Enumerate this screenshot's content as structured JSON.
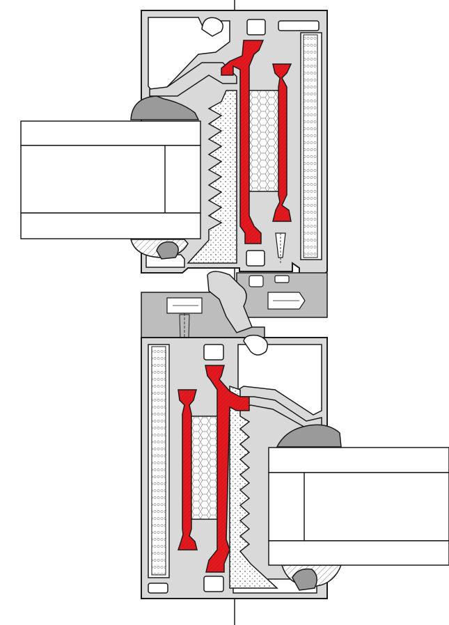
{
  "diagram": {
    "kind": "technical-section-drawing",
    "text_labels": [],
    "colors": {
      "background": "#ffffff",
      "outline": "#1a1a1a",
      "aluminium": "#d9d9d9",
      "aluminium_dark": "#bdbdbd",
      "gasket": "#9a9a9a",
      "thermal_break": "#e3191f",
      "insulation_fill": "#ffffff",
      "insulation_pattern": "#8a8a8a",
      "glass": "#ffffff"
    },
    "parts": [
      {
        "id": "upper-frame",
        "type": "aluminium-profile"
      },
      {
        "id": "upper-thermal-break-outer",
        "type": "polyamide-strip"
      },
      {
        "id": "upper-thermal-break-inner",
        "type": "polyamide-strip"
      },
      {
        "id": "upper-insulation-core",
        "type": "foam-insert"
      },
      {
        "id": "upper-insulation-side",
        "type": "foam-insert"
      },
      {
        "id": "upper-glazing-gasket",
        "type": "seal"
      },
      {
        "id": "upper-glass-unit",
        "type": "insulated-glass"
      },
      {
        "id": "middle-coupler",
        "type": "aluminium-profile"
      },
      {
        "id": "lower-frame",
        "type": "aluminium-profile"
      },
      {
        "id": "lower-thermal-break-outer",
        "type": "polyamide-strip"
      },
      {
        "id": "lower-thermal-break-inner",
        "type": "polyamide-strip"
      },
      {
        "id": "lower-insulation-core",
        "type": "foam-insert"
      },
      {
        "id": "lower-insulation-side",
        "type": "foam-insert"
      },
      {
        "id": "lower-glazing-gasket",
        "type": "seal"
      },
      {
        "id": "lower-glass-unit",
        "type": "insulated-glass"
      },
      {
        "id": "center-axis",
        "type": "reference-line"
      }
    ]
  }
}
